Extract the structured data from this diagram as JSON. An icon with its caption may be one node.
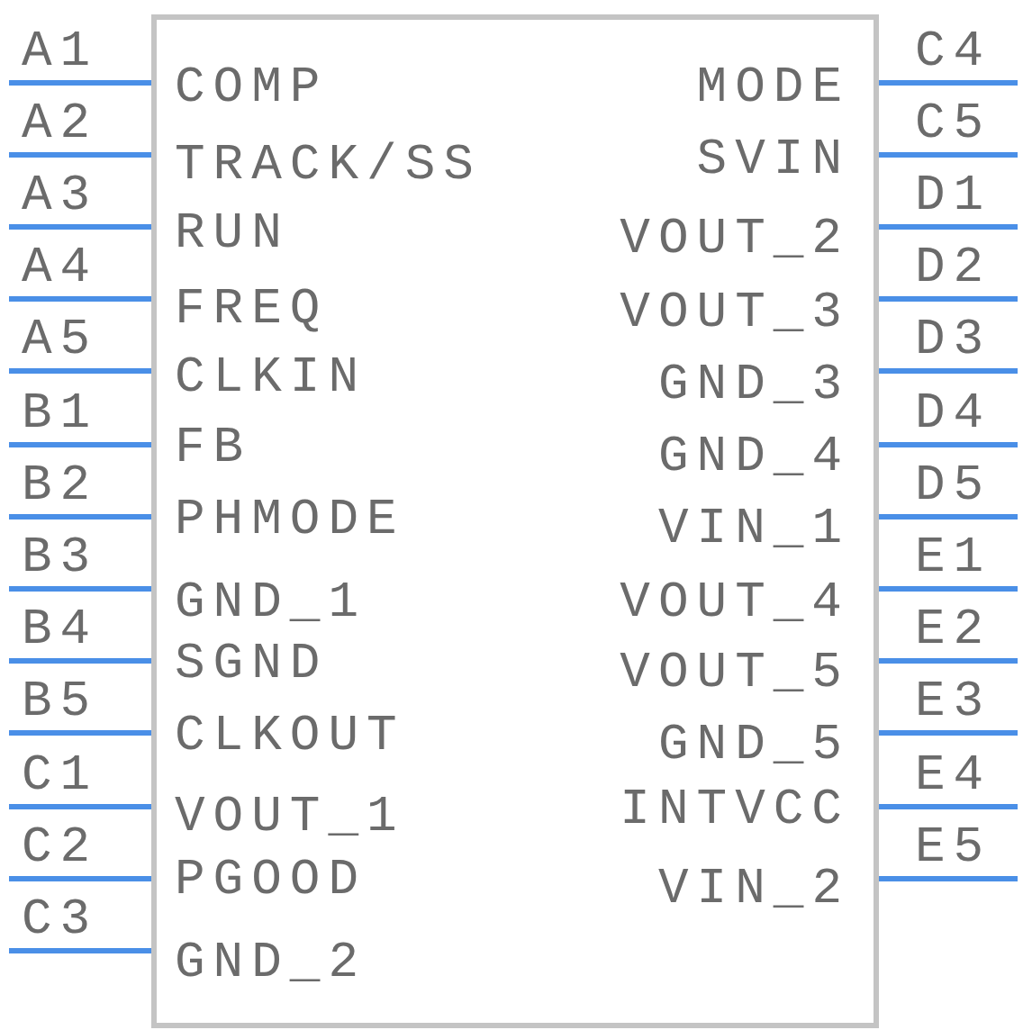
{
  "diagram": {
    "nodes": [
      {
        "text": [],
        "shape": "box"
      },
      {
        "text": [
          "A1"
        ]
      },
      {
        "text": [
          "A2"
        ]
      },
      {
        "text": [
          "A3"
        ]
      },
      {
        "text": [
          "A4"
        ]
      },
      {
        "text": [
          "A5"
        ]
      },
      {
        "text": [
          "B1"
        ]
      },
      {
        "text": [
          "B2"
        ]
      },
      {
        "text": [
          "B3"
        ]
      },
      {
        "text": [
          "B4"
        ]
      },
      {
        "text": [
          "B5"
        ]
      },
      {
        "text": [
          "C1"
        ]
      },
      {
        "text": [
          "C2"
        ]
      },
      {
        "text": [
          "C3"
        ]
      },
      {
        "text": [
          "C4"
        ]
      },
      {
        "text": [
          "C5"
        ]
      },
      {
        "text": [
          "D1"
        ]
      },
      {
        "text": [
          "D2"
        ]
      },
      {
        "text": [
          "D3"
        ]
      },
      {
        "text": [
          "D4"
        ]
      },
      {
        "text": [
          "D5"
        ]
      },
      {
        "text": [
          "E1"
        ]
      },
      {
        "text": [
          "E2"
        ]
      },
      {
        "text": [
          "E3"
        ]
      },
      {
        "text": [
          "E4"
        ]
      },
      {
        "text": [
          "E5"
        ]
      }
    ],
    "edges": [
      {
        "from": 1,
        "to": 0,
        "arrow": "none"
      },
      {
        "from": 2,
        "to": 0,
        "arrow": "none"
      },
      {
        "from": 3,
        "to": 0,
        "arrow": "none"
      },
      {
        "from": 4,
        "to": 0,
        "arrow": "none"
      },
      {
        "from": 5,
        "to": 0,
        "arrow": "none"
      },
      {
        "from": 6,
        "to": 0,
        "arrow": "none"
      },
      {
        "from": 7,
        "to": 0,
        "arrow": "none"
      },
      {
        "from": 8,
        "to": 0,
        "arrow": "none"
      },
      {
        "from": 9,
        "to": 0,
        "arrow": "none"
      },
      {
        "from": 10,
        "to": 0,
        "arrow": "none"
      },
      {
        "from": 11,
        "to": 0,
        "arrow": "none"
      },
      {
        "from": 12,
        "to": 0,
        "arrow": "none"
      },
      {
        "from": 13,
        "to": 0,
        "arrow": "none"
      },
      {
        "from": 14,
        "to": 0,
        "arrow": "none"
      },
      {
        "from": 15,
        "to": 0,
        "arrow": "none"
      },
      {
        "from": 16,
        "to": 0,
        "arrow": "none"
      },
      {
        "from": 17,
        "to": 0,
        "arrow": "none"
      },
      {
        "from": 18,
        "to": 0,
        "arrow": "none"
      },
      {
        "from": 19,
        "to": 0,
        "arrow": "none"
      },
      {
        "from": 20,
        "to": 0,
        "arrow": "none"
      },
      {
        "from": 21,
        "to": 0,
        "arrow": "none"
      },
      {
        "from": 22,
        "to": 0,
        "arrow": "none"
      },
      {
        "from": 23,
        "to": 0,
        "arrow": "none"
      },
      {
        "from": 24,
        "to": 0,
        "arrow": "none"
      },
      {
        "from": 25,
        "to": 0,
        "arrow": "none"
      }
    ],
    "labels": [
      "COMP",
      "MODE",
      "TRACK/SS",
      "SVIN",
      "RUN",
      "VOUT_2",
      "FREQ",
      "VOUT_3",
      "CLKIN",
      "GND_3",
      "FB",
      "GND_4",
      "PHMODE",
      "VIN_1",
      "GND_1",
      "VOUT_4",
      "SGND",
      "VOUT_5",
      "CLKOUT",
      "GND_5",
      "VOUT_1",
      "INTVCC",
      "PGOOD",
      "VIN_2",
      "GND_2"
    ]
  }
}
